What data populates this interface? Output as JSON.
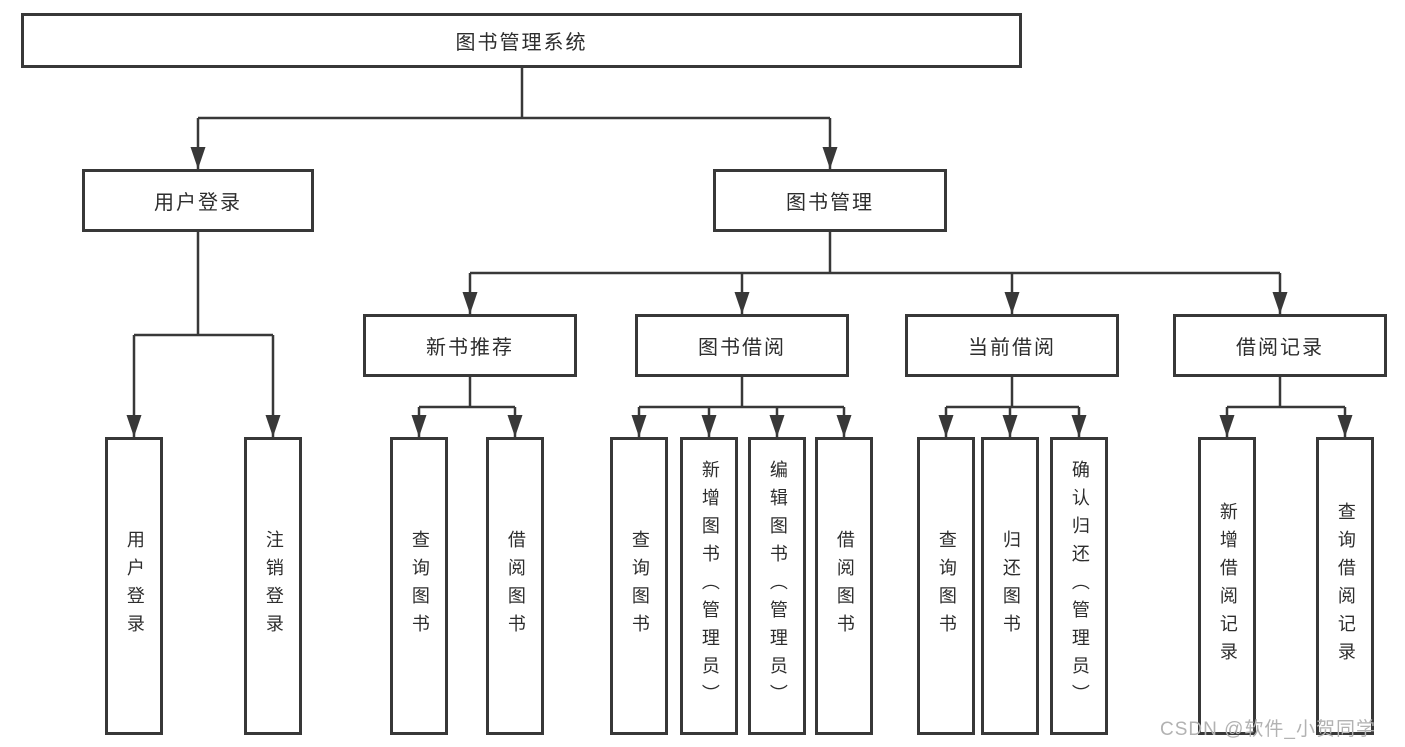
{
  "tree": {
    "label": "图书管理系统",
    "children": [
      {
        "label": "用户登录",
        "children": [
          {
            "label": "用户登录"
          },
          {
            "label": "注销登录"
          }
        ]
      },
      {
        "label": "图书管理",
        "children": [
          {
            "label": "新书推荐",
            "children": [
              {
                "label": "查询图书"
              },
              {
                "label": "借阅图书"
              }
            ]
          },
          {
            "label": "图书借阅",
            "children": [
              {
                "label": "查询图书"
              },
              {
                "label": "新增图书（管理员）"
              },
              {
                "label": "编辑图书（管理员）"
              },
              {
                "label": "借阅图书"
              }
            ]
          },
          {
            "label": "当前借阅",
            "children": [
              {
                "label": "查询图书"
              },
              {
                "label": "归还图书"
              },
              {
                "label": "确认归还（管理员）"
              }
            ]
          },
          {
            "label": "借阅记录",
            "children": [
              {
                "label": "新增借阅记录"
              },
              {
                "label": "查询借阅记录"
              }
            ]
          }
        ]
      }
    ]
  },
  "watermark": {
    "text": "CSDN @软件_小贺同学"
  },
  "colors": {
    "line": "#383838",
    "text": "#2d2d2d",
    "watermark": "#b2b2b2",
    "background": "#ffffff"
  }
}
